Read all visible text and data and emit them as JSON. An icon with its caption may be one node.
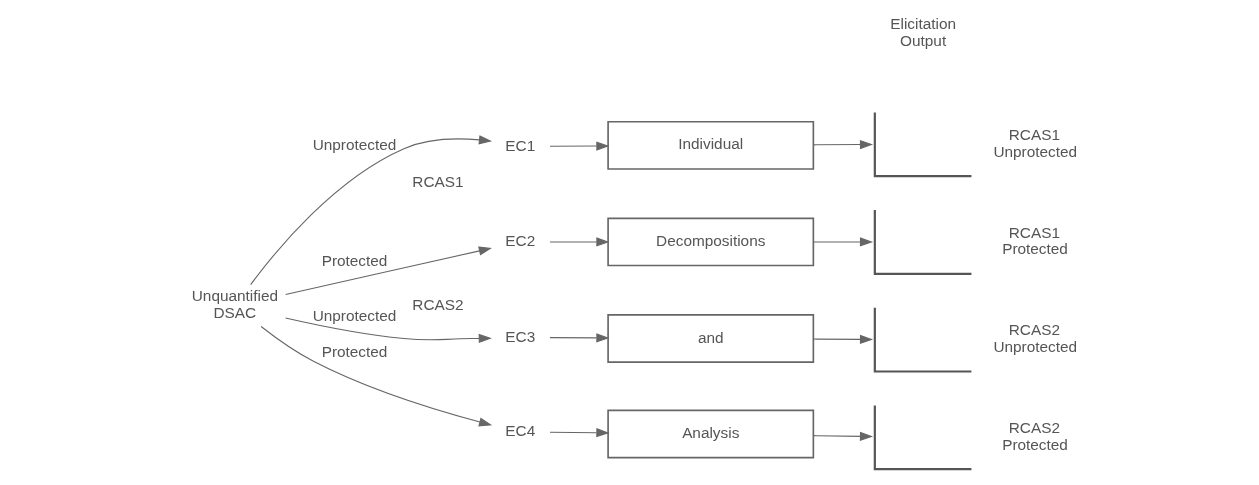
{
  "diagram": {
    "nodes": [
      {
        "text": [
          "Unquantified DSAC"
        ]
      },
      {
        "text": [
          "EC1"
        ]
      },
      {
        "text": [
          "EC2"
        ]
      },
      {
        "text": [
          "EC3"
        ]
      },
      {
        "text": [
          "EC4"
        ]
      },
      {
        "text": [
          "Individual"
        ]
      },
      {
        "text": [
          "Decompositions"
        ]
      },
      {
        "text": [
          "and"
        ]
      },
      {
        "text": [
          "Analysis"
        ]
      },
      {
        "text": [],
        "shape": "picture",
        "beside": [
          "RCAS1 Unprotected"
        ]
      },
      {
        "text": [],
        "shape": "picture",
        "beside": [
          "RCAS1 Protected"
        ]
      },
      {
        "text": [],
        "shape": "picture",
        "beside": [
          "RCAS2 Unprotected"
        ]
      },
      {
        "text": [],
        "shape": "picture",
        "beside": [
          "RCAS2 Protected"
        ]
      }
    ],
    "edges": [
      {
        "from": 0,
        "to": 1,
        "arrow": "to",
        "label": "Unprotected"
      },
      {
        "from": 0,
        "to": 2,
        "arrow": "to",
        "label": "Protected"
      },
      {
        "from": 0,
        "to": 3,
        "arrow": "to",
        "label": "Unprotected"
      },
      {
        "from": 0,
        "to": 4,
        "arrow": "to",
        "label": "Protected"
      },
      {
        "from": 1,
        "to": 5,
        "arrow": "to"
      },
      {
        "from": 2,
        "to": 6,
        "arrow": "to"
      },
      {
        "from": 3,
        "to": 7,
        "arrow": "to"
      },
      {
        "from": 4,
        "to": 8,
        "arrow": "to"
      },
      {
        "from": 5,
        "to": 9,
        "arrow": "to"
      },
      {
        "from": 6,
        "to": 10,
        "arrow": "to"
      },
      {
        "from": 7,
        "to": 11,
        "arrow": "to"
      },
      {
        "from": 8,
        "to": 12,
        "arrow": "to"
      }
    ],
    "labels": [
      "Elicitation Output",
      "RCAS1",
      "RCAS2"
    ]
  }
}
